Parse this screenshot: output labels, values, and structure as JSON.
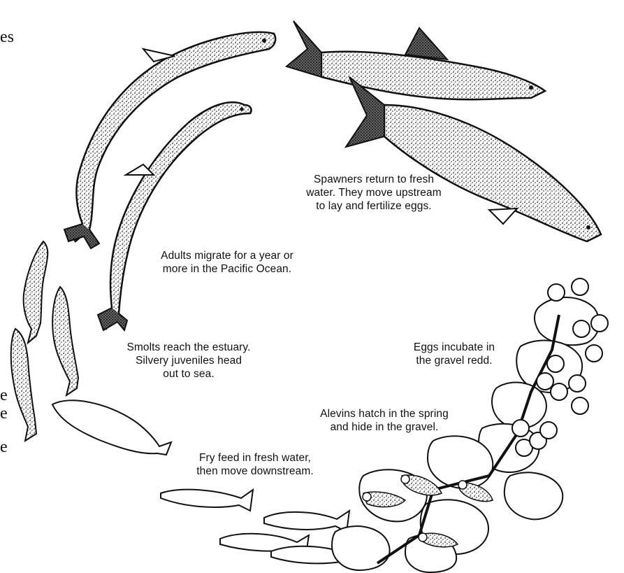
{
  "stages": {
    "spawners": [
      "Spawners return to fresh",
      "water. They move upstream",
      "to lay and fertilize eggs."
    ],
    "adults": [
      "Adults migrate for a year or",
      "more in the Pacific Ocean."
    ],
    "smolts": [
      "Smolts reach the estuary.",
      "Silvery juveniles head",
      "out to sea."
    ],
    "eggs": [
      "Eggs incubate in",
      "the gravel redd."
    ],
    "alevins": [
      "Alevins hatch in the spring",
      "and hide in the gravel."
    ],
    "fry": [
      "Fry feed in fresh water,",
      "then move downstream."
    ]
  },
  "cropped_text": {
    "line1": "es",
    "line2": "e",
    "line3": "e",
    "line4": "e"
  },
  "colors": {
    "ink": "#111111",
    "paper": "#ffffff",
    "stipple": "#444444"
  }
}
